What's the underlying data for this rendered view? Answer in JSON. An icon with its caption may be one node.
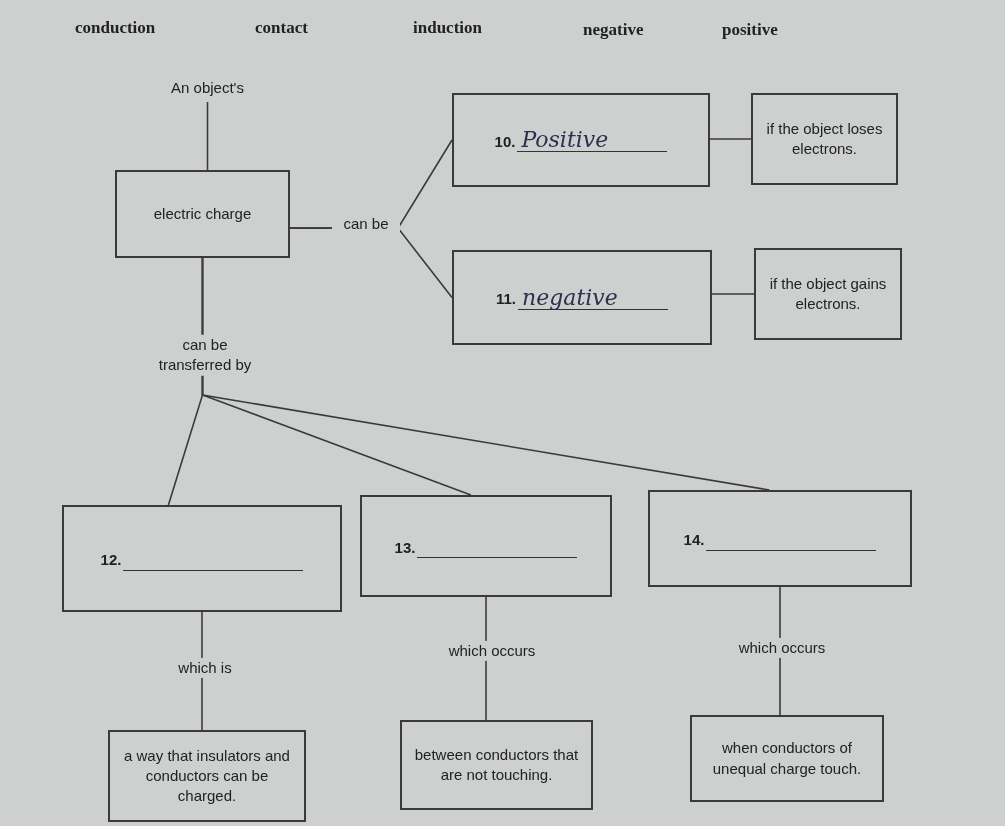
{
  "diagram": {
    "nodes": [
      {
        "text": [
          "An object's"
        ]
      },
      {
        "text": [
          "electric charge"
        ]
      },
      {
        "text": [
          "10.",
          "Positive"
        ]
      },
      {
        "text": [
          "if the object loses electrons."
        ]
      },
      {
        "text": [
          "11.",
          "negative"
        ]
      },
      {
        "text": [
          "if the object gains electrons."
        ]
      },
      {
        "text": [
          "12."
        ]
      },
      {
        "text": [
          "13."
        ]
      },
      {
        "text": [
          "14."
        ]
      },
      {
        "text": [
          "a way that insulators and conductors can be charged."
        ]
      },
      {
        "text": [
          "between conductors that are not touching."
        ]
      },
      {
        "text": [
          "when conductors of unequal charge touch."
        ]
      }
    ],
    "edges": [
      {
        "from": 0,
        "to": 1,
        "arrow": "none"
      },
      {
        "from": 1,
        "to": 2,
        "arrow": "none",
        "label": "can be"
      },
      {
        "from": 1,
        "to": 4,
        "arrow": "none"
      },
      {
        "from": 2,
        "to": 3,
        "arrow": "none"
      },
      {
        "from": 4,
        "to": 5,
        "arrow": "none"
      },
      {
        "from": 1,
        "to": 6,
        "arrow": "none",
        "label": "can be transferred by"
      },
      {
        "from": 1,
        "to": 7,
        "arrow": "none"
      },
      {
        "from": 1,
        "to": 8,
        "arrow": "none"
      },
      {
        "from": 6,
        "to": 9,
        "arrow": "none",
        "label": "which is"
      },
      {
        "from": 7,
        "to": 10,
        "arrow": "none",
        "label": "which occurs"
      },
      {
        "from": 8,
        "to": 11,
        "arrow": "none",
        "label": "which occurs"
      }
    ],
    "labels": [
      "conduction",
      "contact",
      "induction",
      "negative",
      "positive"
    ]
  }
}
